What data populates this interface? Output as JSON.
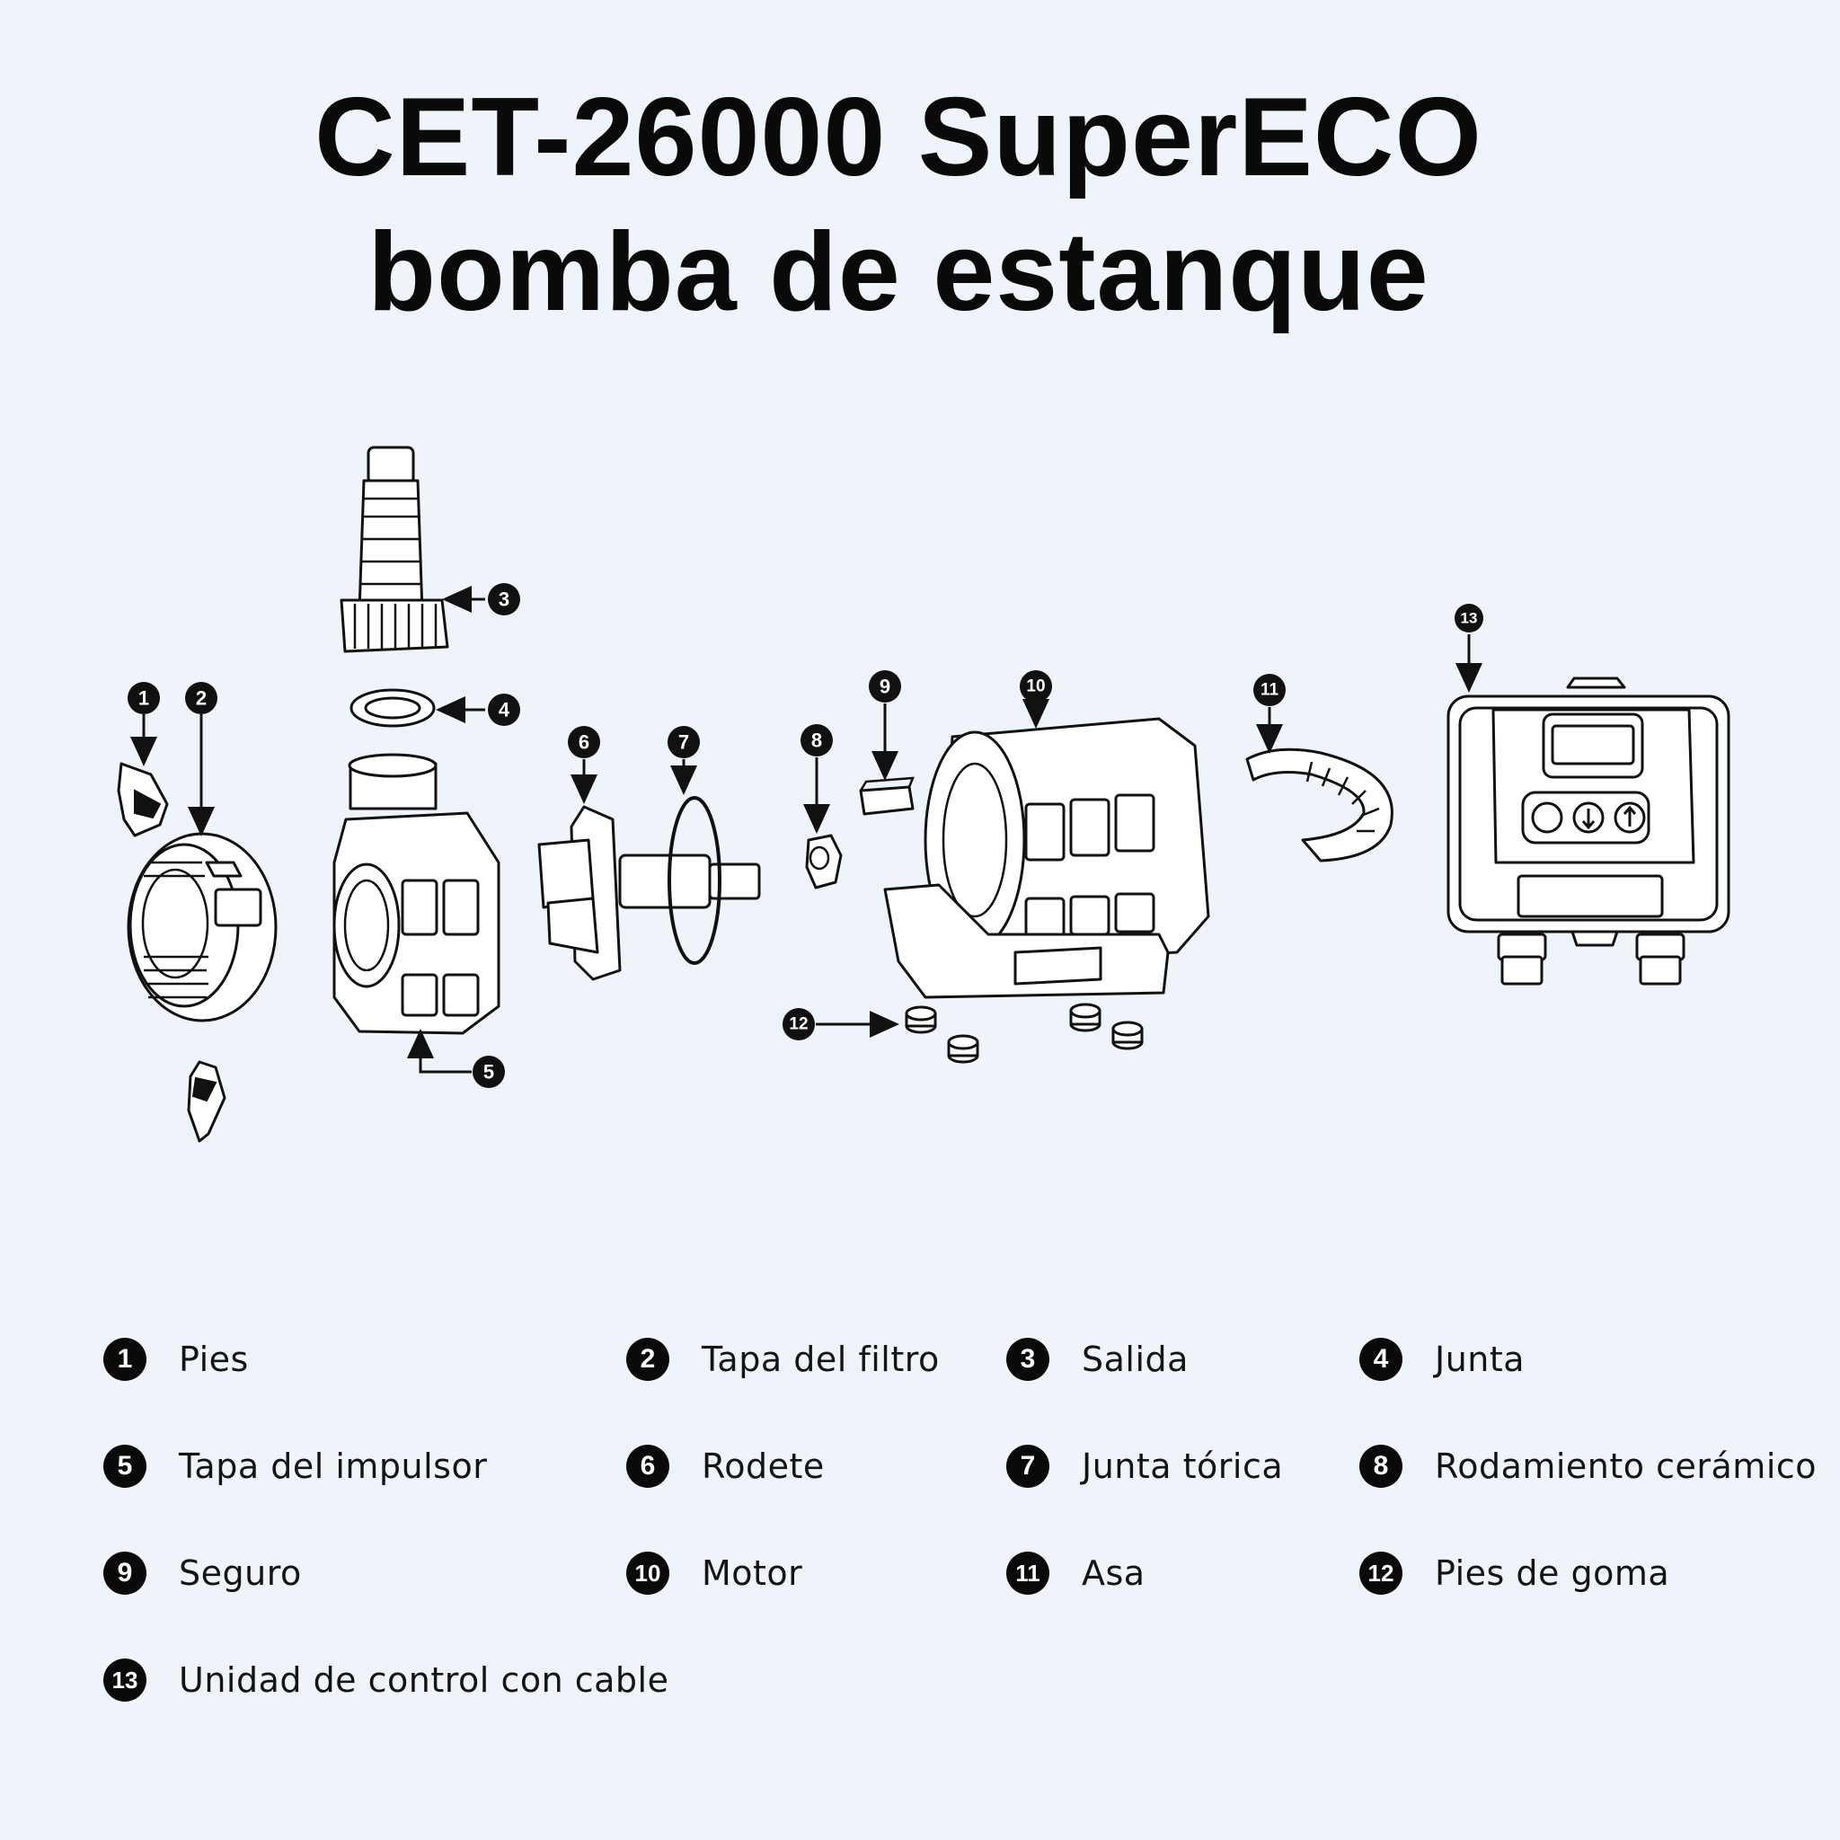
{
  "title": {
    "line1": "CET-26000 SuperECO",
    "line2": "bomba de estanque"
  },
  "callouts": [
    "1",
    "2",
    "3",
    "4",
    "5",
    "6",
    "7",
    "8",
    "9",
    "10",
    "11",
    "12",
    "13"
  ],
  "legend": [
    {
      "num": "1",
      "label": "Pies"
    },
    {
      "num": "2",
      "label": "Tapa del filtro"
    },
    {
      "num": "3",
      "label": "Salida"
    },
    {
      "num": "4",
      "label": "Junta"
    },
    {
      "num": "5",
      "label": "Tapa del impulsor"
    },
    {
      "num": "6",
      "label": "Rodete"
    },
    {
      "num": "7",
      "label": "Junta tórica"
    },
    {
      "num": "8",
      "label": "Rodamiento cerámico"
    },
    {
      "num": "9",
      "label": "Seguro"
    },
    {
      "num": "10",
      "label": "Motor"
    },
    {
      "num": "11",
      "label": "Asa"
    },
    {
      "num": "12",
      "label": "Pies de goma"
    },
    {
      "num": "13",
      "label": "Unidad de control con cable"
    }
  ]
}
